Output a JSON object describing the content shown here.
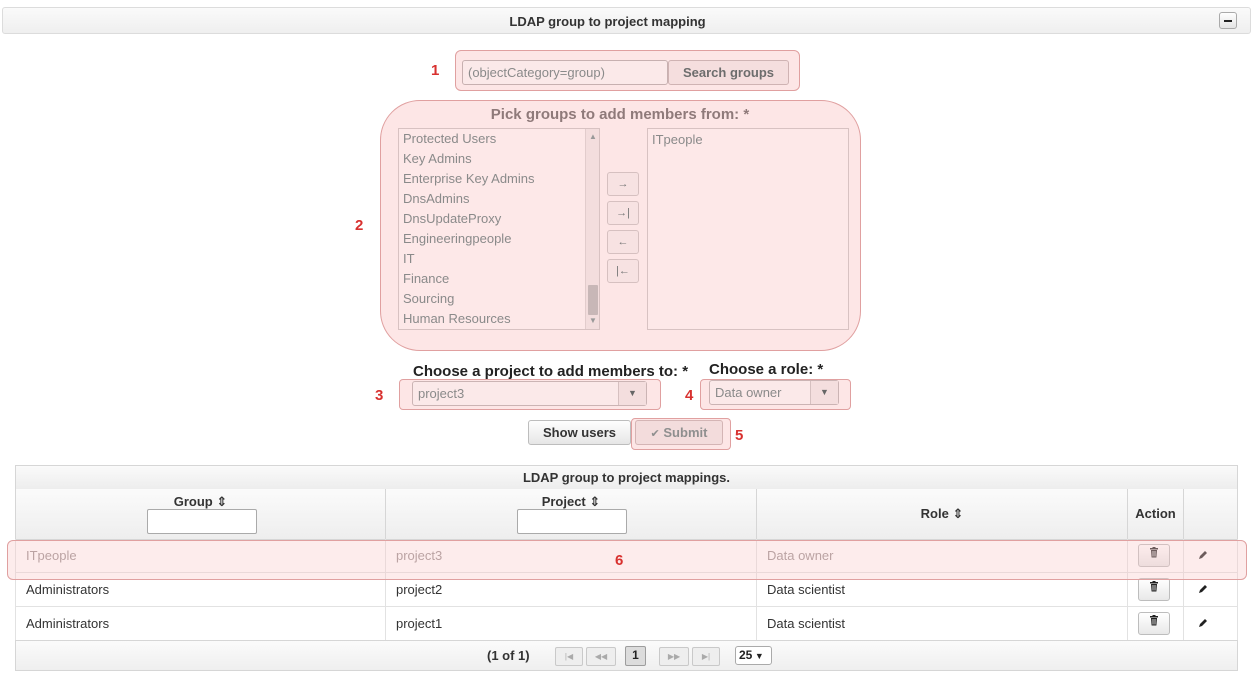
{
  "panel": {
    "title": "LDAP group to project mapping",
    "collapse_icon": "minus-icon"
  },
  "callouts": {
    "c1": "1",
    "c2": "2",
    "c3": "3",
    "c4": "4",
    "c5": "5",
    "c6": "6"
  },
  "search": {
    "value": "(objectCategory=group)",
    "button_label": "Search groups"
  },
  "pick": {
    "title": "Pick groups to add members from: *",
    "source_items": [
      "Protected Users",
      "Key Admins",
      "Enterprise Key Admins",
      "DnsAdmins",
      "DnsUpdateProxy",
      "Engineeringpeople",
      "IT",
      "Finance",
      "Sourcing",
      "Human Resources"
    ],
    "target_items": [
      "ITpeople"
    ],
    "buttons": {
      "add": "→",
      "add_all": "→|",
      "remove": "←",
      "remove_all": "|←"
    }
  },
  "project": {
    "label": "Choose a project to add members to: *",
    "selected": "project3"
  },
  "role": {
    "label": "Choose a role: *",
    "selected": "Data owner"
  },
  "actions": {
    "show_users": "Show users",
    "submit": "Submit",
    "submit_icon": "check-icon"
  },
  "table": {
    "caption": "LDAP group to project mappings.",
    "columns": {
      "group": "Group",
      "project": "Project",
      "role": "Role",
      "action": "Action"
    },
    "sort_icon": "⇕",
    "rows": [
      {
        "group": "ITpeople",
        "project": "project3",
        "role": "Data owner"
      },
      {
        "group": "Administrators",
        "project": "project2",
        "role": "Data scientist"
      },
      {
        "group": "Administrators",
        "project": "project1",
        "role": "Data scientist"
      }
    ]
  },
  "paginator": {
    "info": "(1 of 1)",
    "current_page": "1",
    "rows_per_page": "25"
  }
}
